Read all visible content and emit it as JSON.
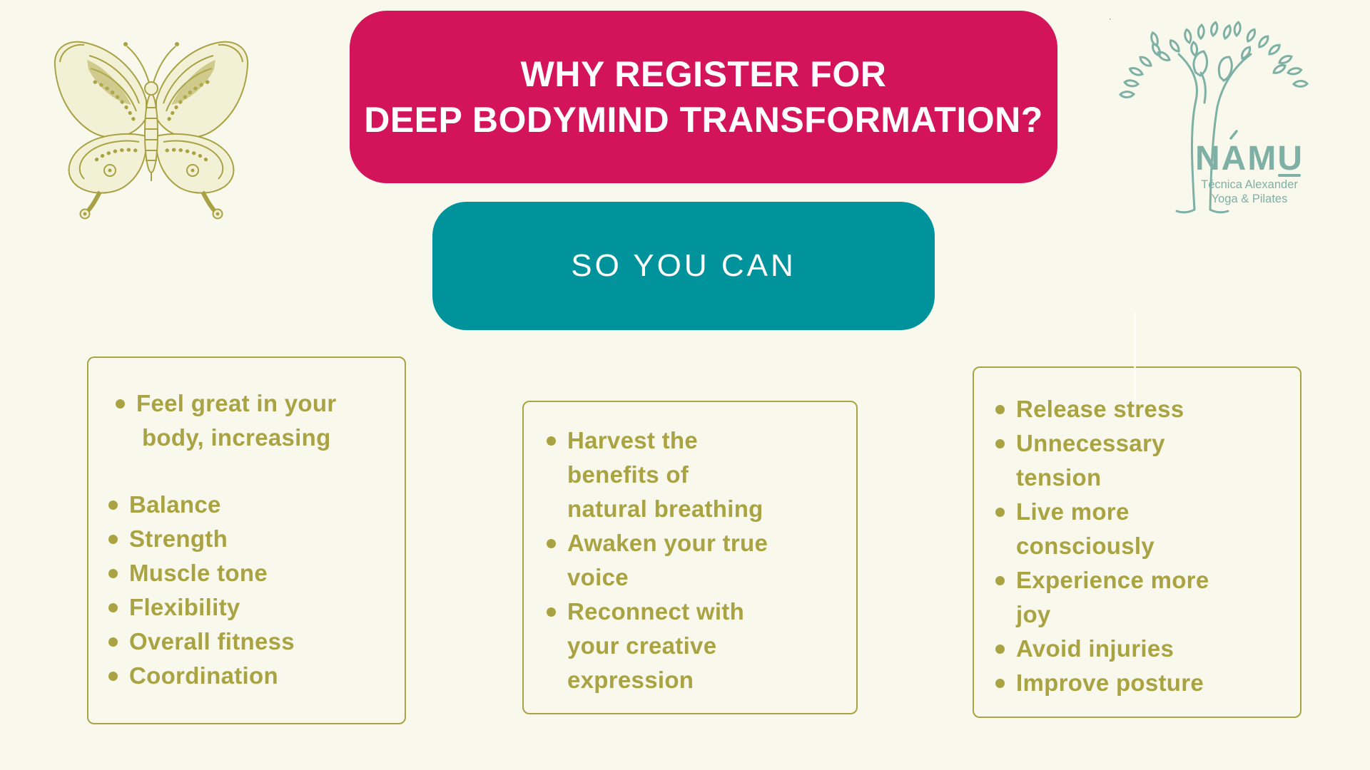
{
  "page": {
    "background_color": "#f8f8ec"
  },
  "title_banner": {
    "line1": "WHY REGISTER FOR",
    "line2": "DEEP BODYMIND TRANSFORMATION?",
    "background_color": "#d4145a",
    "text_color": "#ffffff"
  },
  "subtitle_banner": {
    "label": "SO YOU CAN",
    "background_color": "#00939b",
    "text_color": "#ffffff"
  },
  "logo": {
    "name": "NAMU",
    "tagline_line1": "Técnica Alexander",
    "tagline_line2": "Yoga & Pilates",
    "color": "#7fb0a6"
  },
  "decor": {
    "butterfly_color": "#a8a244",
    "accent_olive": "#a9a344"
  },
  "benefit_boxes": {
    "fitness": {
      "lead": "Feel great in your\nbody, increasing",
      "items": [
        "Balance",
        "Strength",
        "Muscle tone",
        "Flexibility",
        "Overall fitness",
        "Coordination"
      ]
    },
    "breathing": {
      "items": [
        "Harvest the\nbenefits of\nnatural breathing",
        "Awaken your true\nvoice",
        "Reconnect with\nyour creative\nexpression"
      ]
    },
    "wellbeing": {
      "items": [
        "Release stress",
        "Unnecessary\ntension",
        "Live more\nconsciously",
        "Experience more\njoy",
        "Avoid injuries",
        "Improve posture"
      ]
    }
  }
}
